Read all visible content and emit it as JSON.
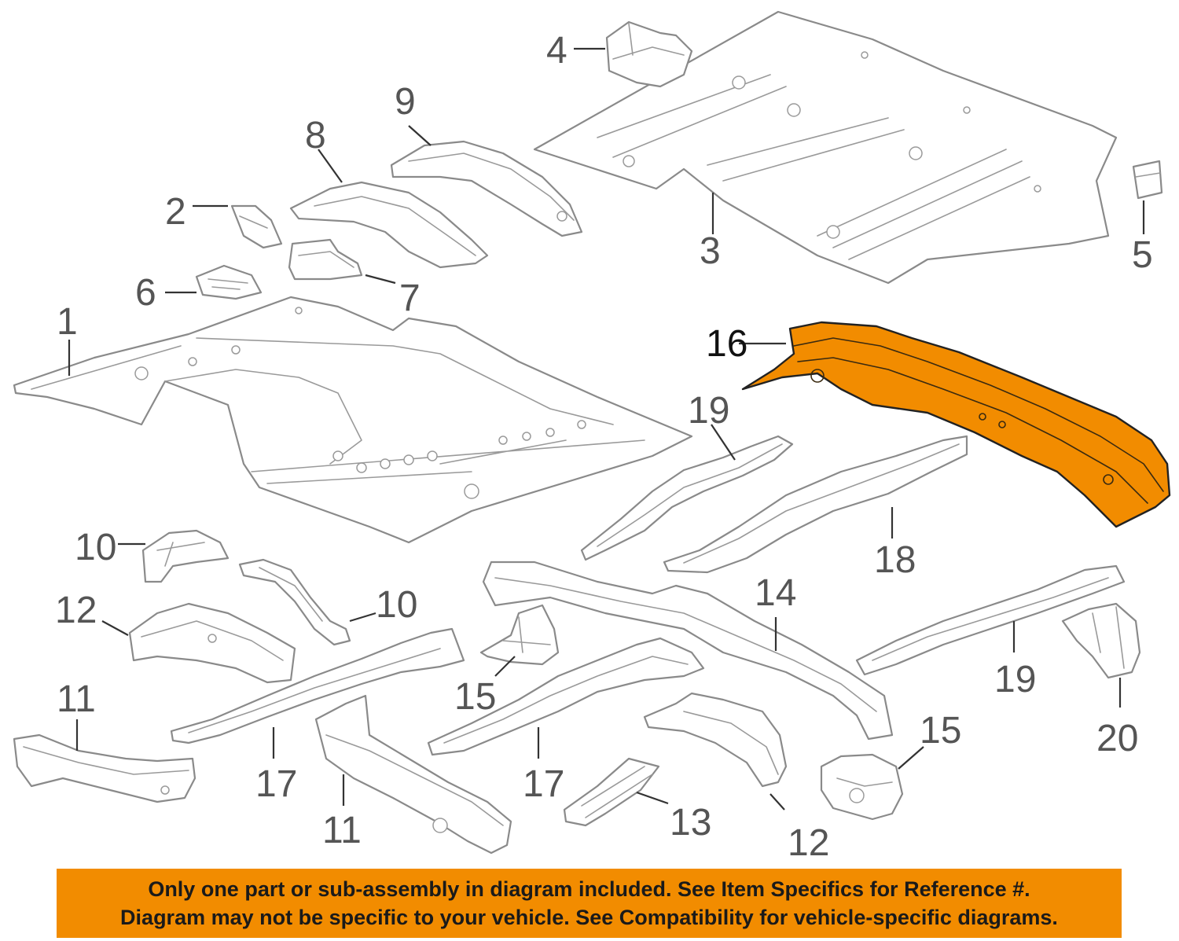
{
  "colors": {
    "highlight": "#f28c00",
    "notice_background": "#f28c00",
    "line_art": "#8a8a8a"
  },
  "callouts": {
    "c1": "1",
    "c2": "2",
    "c3": "3",
    "c4": "4",
    "c5": "5",
    "c6": "6",
    "c7": "7",
    "c8": "8",
    "c9": "9",
    "c10a": "10",
    "c10b": "10",
    "c11a": "11",
    "c11b": "11",
    "c12a": "12",
    "c12b": "12",
    "c13": "13",
    "c14": "14",
    "c15a": "15",
    "c15b": "15",
    "c16": "16",
    "c17a": "17",
    "c17b": "17",
    "c18": "18",
    "c19a": "19",
    "c19b": "19",
    "c20": "20"
  },
  "highlighted_part": "16",
  "notice": {
    "line1": "Only one part or sub-assembly in diagram included. See Item Specifics for Reference #.",
    "line2": "Diagram may not be specific to your vehicle. See Compatibility for vehicle-specific diagrams."
  }
}
